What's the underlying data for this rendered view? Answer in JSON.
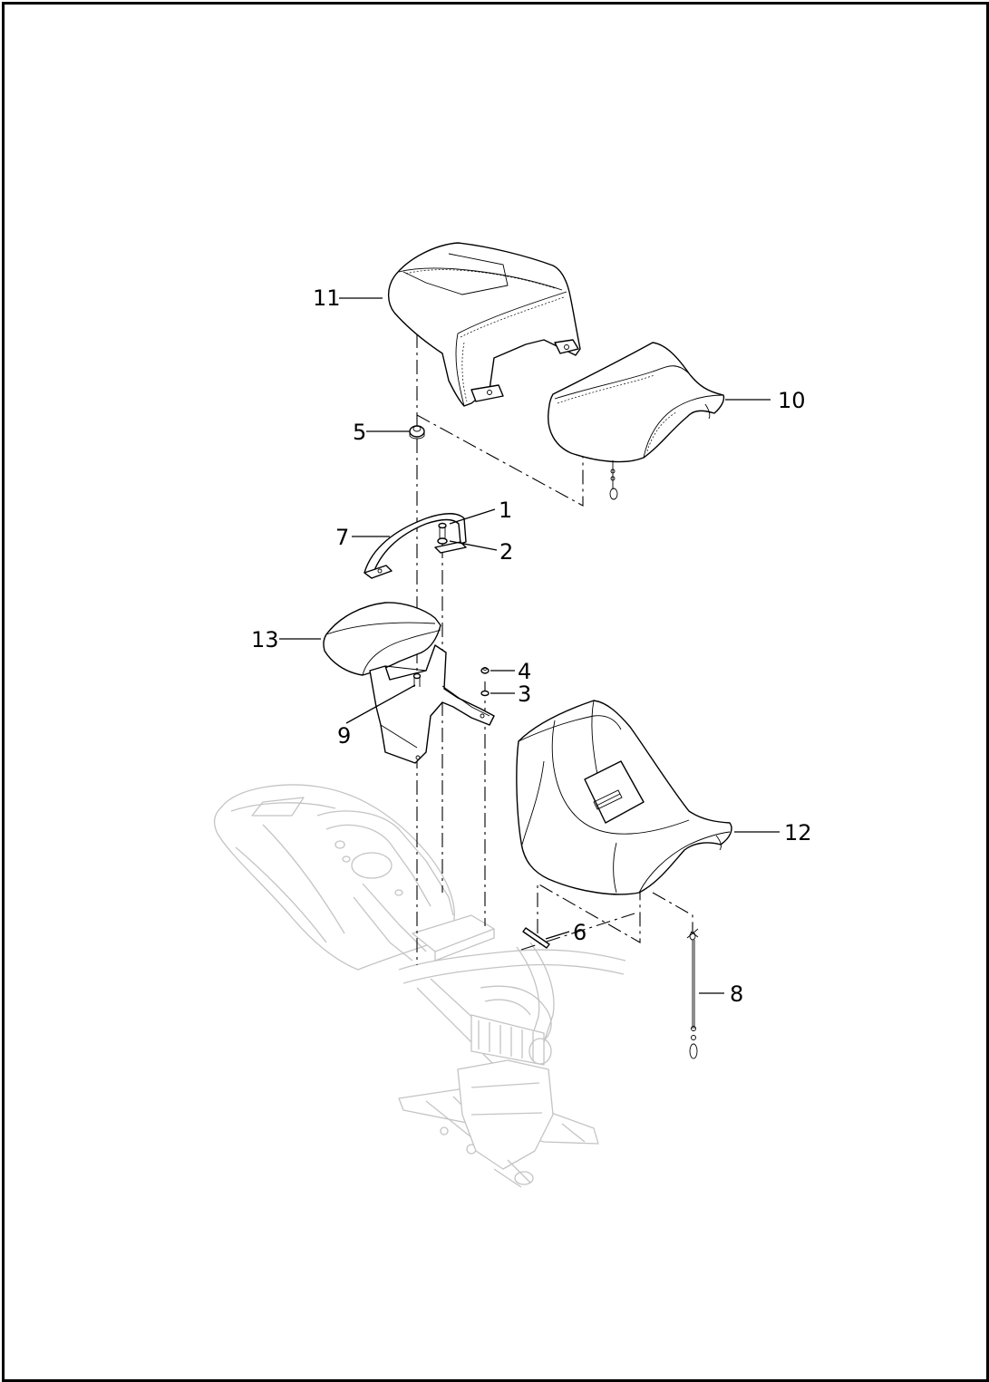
{
  "callouts": [
    {
      "id": "1",
      "label": "1"
    },
    {
      "id": "2",
      "label": "2"
    },
    {
      "id": "3",
      "label": "3"
    },
    {
      "id": "4",
      "label": "4"
    },
    {
      "id": "5",
      "label": "5"
    },
    {
      "id": "6",
      "label": "6"
    },
    {
      "id": "7",
      "label": "7"
    },
    {
      "id": "8",
      "label": "8"
    },
    {
      "id": "9",
      "label": "9"
    },
    {
      "id": "10",
      "label": "10"
    },
    {
      "id": "11",
      "label": "11"
    },
    {
      "id": "12",
      "label": "12"
    },
    {
      "id": "13",
      "label": "13"
    }
  ],
  "colors": {
    "line": "#000000",
    "ghost_frame": "#c4c4c4",
    "background": "#ffffff"
  }
}
